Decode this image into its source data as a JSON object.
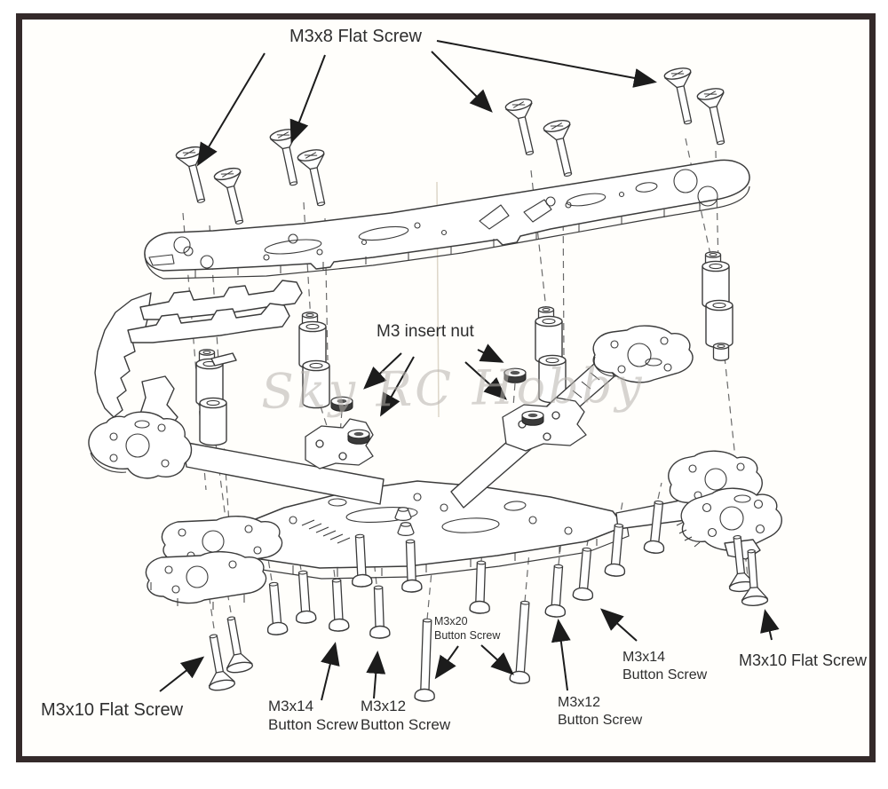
{
  "page": {
    "border_color": "#342a2a",
    "paper_color": "#fffefb",
    "ink_color": "#3b3b3b",
    "watermark_text": "Sky RC Hobby",
    "watermark_color": "#b7b3ae"
  },
  "labels": {
    "m3x8_flat_screw": "M3x8 Flat Screw",
    "m3_insert_nut": "M3 insert nut",
    "m3x10_flat_screw_left": "M3x10 Flat Screw",
    "m3x14_button_screw_left": {
      "size": "M3x14",
      "kind": "Button Screw"
    },
    "m3x12_button_screw_center": {
      "size": "M3x12",
      "kind": "Button Screw"
    },
    "m3x20_button_screw": {
      "size": "M3x20",
      "kind": "Button Screw"
    },
    "m3x12_button_screw_right": {
      "size": "M3x12",
      "kind": "Button Screw"
    },
    "m3x14_button_screw_right": {
      "size": "M3x14",
      "kind": "Button Screw"
    },
    "m3x10_flat_screw_right": "M3x10 Flat Screw"
  }
}
